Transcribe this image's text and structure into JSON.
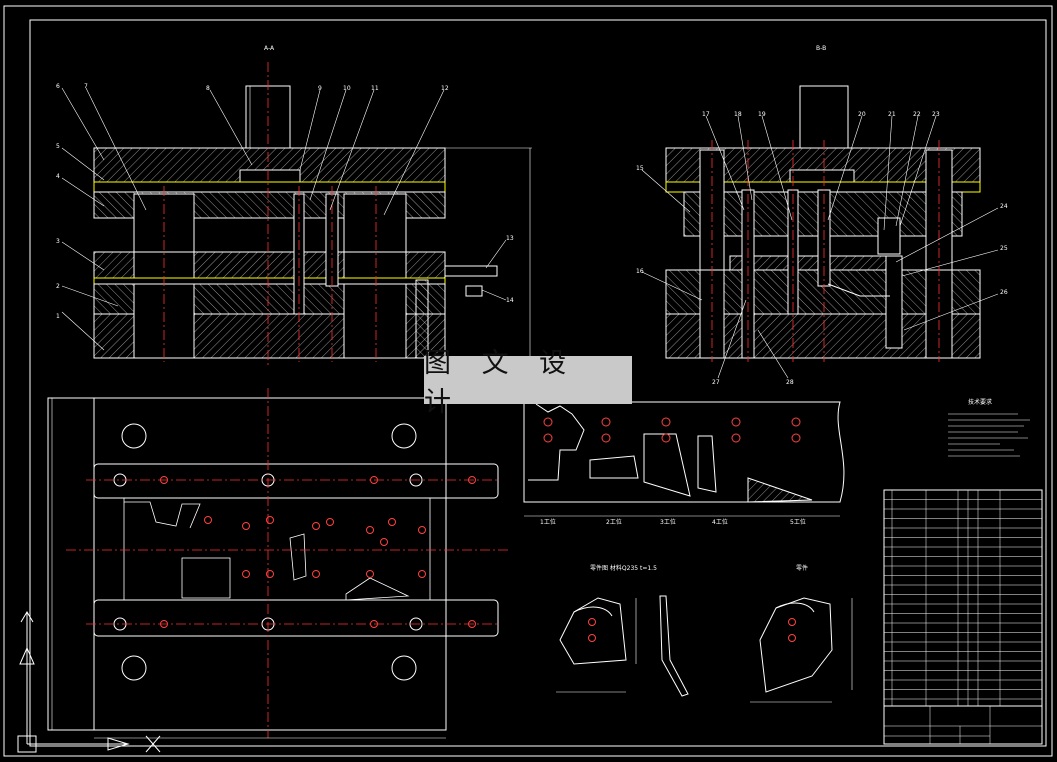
{
  "watermark": {
    "text": "图 文 设 计"
  },
  "view_titles": {
    "left_section": "A-A",
    "right_section": "B-B"
  },
  "left_part_labels": [
    "1",
    "2",
    "3",
    "4",
    "5",
    "6",
    "7",
    "8",
    "9",
    "10",
    "11",
    "12",
    "13",
    "14"
  ],
  "right_part_labels": [
    "15",
    "16",
    "17",
    "18",
    "19",
    "20",
    "21",
    "22",
    "23",
    "24",
    "25",
    "26",
    "27",
    "28"
  ],
  "strip_stage_labels": [
    "1工位",
    "2工位",
    "3工位",
    "4工位",
    "5工位"
  ],
  "detail_titles": {
    "part_a": "零件图 材料Q235 t=1.5",
    "part_b": "零件"
  },
  "notes_title": "技术要求",
  "colors": {
    "background": "#000000",
    "outline": "#ffffff",
    "section": "#ffff00",
    "hatch": "#d0d0d0",
    "centerline": "#ff3030",
    "border": "#ffffff",
    "table": "#ffffff"
  }
}
